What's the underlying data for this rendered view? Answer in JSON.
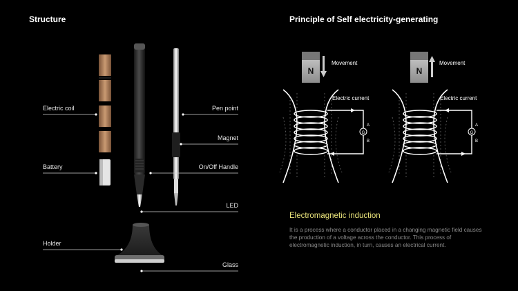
{
  "structure": {
    "title": "Structure",
    "labels": {
      "electric_coil": "Electric coil",
      "battery": "Battery",
      "holder": "Holder",
      "pen_point": "Pen point",
      "magnet": "Magnet",
      "on_off_handle": "On/Off Handle",
      "led": "LED",
      "glass": "Glass"
    }
  },
  "principle": {
    "title": "Principle of Self electricity-generating",
    "left": {
      "magnet_letter": "N",
      "movement": "Movement",
      "current": "Electric current",
      "galvanometer": "G",
      "terminal_a": "A",
      "terminal_b": "B"
    },
    "right": {
      "magnet_letter": "N",
      "movement": "Movement",
      "current": "Electric current",
      "galvanometer": "G",
      "terminal_a": "A",
      "terminal_b": "B"
    }
  },
  "induction": {
    "title": "Electromagnetic induction",
    "body": "It is a process where a conductor placed in a changing magnetic field causes the production of a voltage across the conductor. This process of electromagnetic induction, in turn, causes an electrical current."
  },
  "colors": {
    "background": "#000000",
    "accent_title": "#e8e27a",
    "body_text": "#8a8a8a",
    "coil_copper": "#b98a63"
  }
}
